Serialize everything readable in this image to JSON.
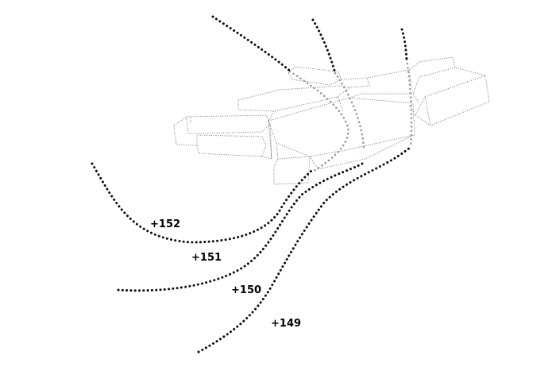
{
  "diagram": {
    "contour_labels": [
      "+152",
      "+151",
      "+150",
      "+149"
    ],
    "colors": {
      "contour": "#111111",
      "contour_hidden": "#9a9a9a",
      "building_edge": "#888888",
      "label": "#000000",
      "background": "#ffffff"
    }
  }
}
